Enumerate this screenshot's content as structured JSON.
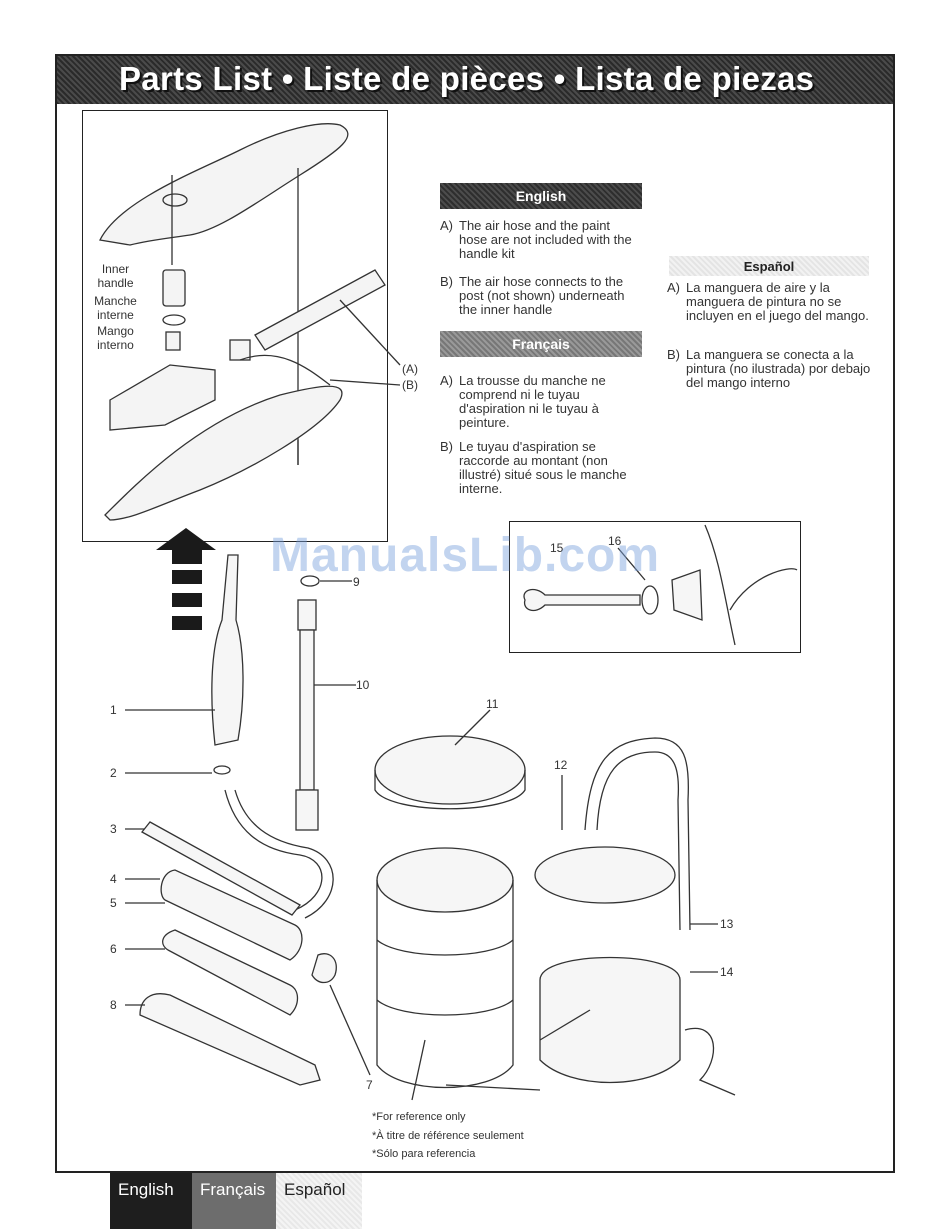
{
  "header": {
    "title": "Parts List • Liste de pièces • Lista de piezas"
  },
  "handle_labels": {
    "en": "Inner handle",
    "fr": "Manche interne",
    "es": "Mango interno",
    "a": "(A)",
    "b": "(B)"
  },
  "english": {
    "heading": "English",
    "notes": [
      {
        "letter": "A)",
        "text": "The air hose and the paint hose are not included with the handle kit"
      },
      {
        "letter": "B)",
        "text": "The air hose connects to the post (not shown) underneath the inner handle"
      }
    ]
  },
  "francais": {
    "heading": "Français",
    "notes": [
      {
        "letter": "A)",
        "text": "La trousse du manche ne comprend ni le tuyau d'aspiration ni le tuyau à peinture."
      },
      {
        "letter": "B)",
        "text": "Le tuyau d'aspiration se raccorde au montant (non illustré) situé sous le manche interne."
      }
    ]
  },
  "espanol": {
    "heading": "Español",
    "notes": [
      {
        "letter": "A)",
        "text": "La manguera de aire y la manguera de pintura no se incluyen en el juego del mango."
      },
      {
        "letter": "B)",
        "text": "La manguera se conecta a la pintura (no ilustrada) por debajo del mango interno"
      }
    ]
  },
  "callouts": {
    "c1": "1",
    "c2": "2",
    "c3": "3",
    "c4": "4",
    "c5": "5",
    "c6": "6",
    "c7": "7",
    "c8": "8",
    "c9": "9",
    "c10": "10",
    "c11": "11",
    "c12": "12",
    "c13": "13",
    "c14": "14",
    "c15": "15",
    "c16": "16"
  },
  "footnotes": {
    "en": "*For reference only",
    "fr": "*À titre de référence seulement",
    "es": "*Sólo para referencia"
  },
  "watermark": "ManualsLib.com",
  "language_tabs": {
    "en": "English",
    "fr": "Français",
    "es": "Español"
  }
}
